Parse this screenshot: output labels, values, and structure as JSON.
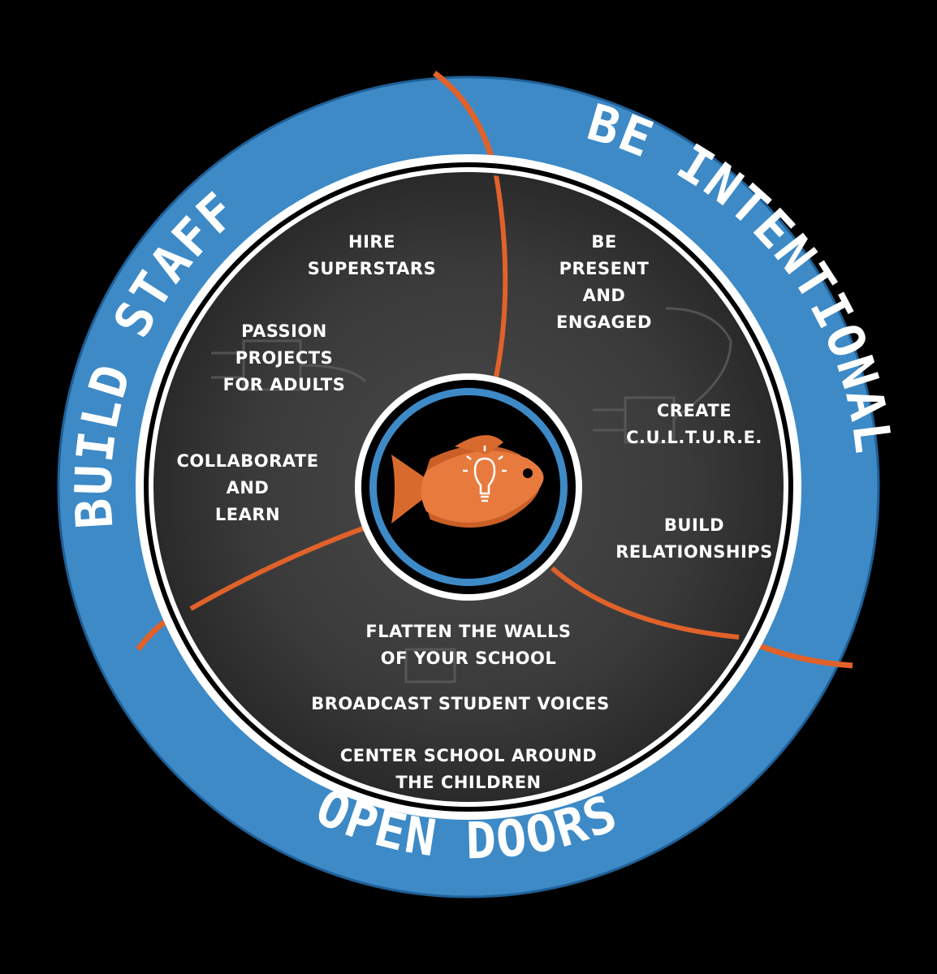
{
  "ring_titles": {
    "build_staff": "BUILD STAFF",
    "be_intentional": "BE INTENTIONAL",
    "open_doors": "OPEN DOORS"
  },
  "build_staff_items": [
    [
      "HIRE",
      "SUPERSTARS"
    ],
    [
      "PASSION",
      "PROJECTS",
      "FOR ADULTS"
    ],
    [
      "COLLABORATE",
      "AND",
      "LEARN"
    ]
  ],
  "be_intentional_items": [
    [
      "BE",
      "PRESENT",
      "AND",
      "ENGAGED"
    ],
    [
      "CREATE",
      "C.U.L.T.U.R.E."
    ],
    [
      "BUILD",
      "RELATIONSHIPS"
    ]
  ],
  "open_doors_items": [
    [
      "FLATTEN THE WALLS",
      "OF YOUR SCHOOL"
    ],
    [
      "BROADCAST STUDENT VOICES"
    ],
    [
      "CENTER SCHOOL AROUND",
      "THE CHILDREN"
    ]
  ],
  "colors": {
    "ring_blue": "#3d8ac7",
    "divider_orange": "#e0622a",
    "fish_orange": "#e87a3e",
    "chalkboard": "#3b3b3b",
    "text_white": "#ffffff"
  },
  "icons": [
    "fish-lightbulb-logo-icon",
    "plug-sketch-icon"
  ]
}
